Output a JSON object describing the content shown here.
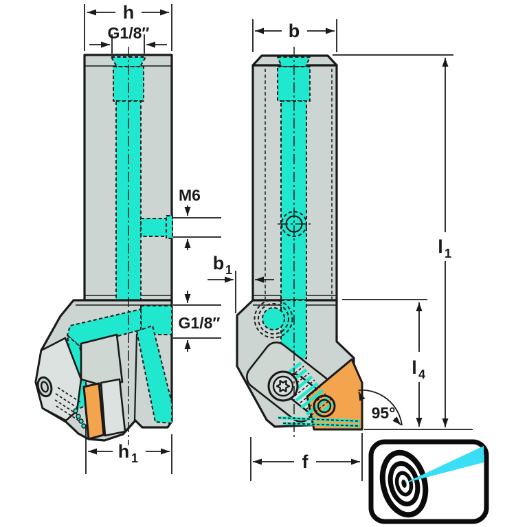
{
  "labels": {
    "h": "h",
    "g18_top": "G1/8″",
    "m6": "M6",
    "g18_side": "G1/8″",
    "h1": {
      "base": "h",
      "sub": "1"
    },
    "b": "b",
    "b1": {
      "base": "b",
      "sub": "1"
    },
    "l1": {
      "base": "l",
      "sub": "1"
    },
    "l4": {
      "base": "l",
      "sub": "4"
    },
    "f": "f",
    "angle": "95°"
  },
  "colors": {
    "coolant": "#1FE8CE",
    "body": "#CCD5D1",
    "body_light": "#DCE2DF",
    "insert": "#F5A44E",
    "beam": "#3ADFF5",
    "line": "#1A1A1A"
  },
  "icons": {
    "coolant_target": "precision-coolant-target-icon"
  }
}
